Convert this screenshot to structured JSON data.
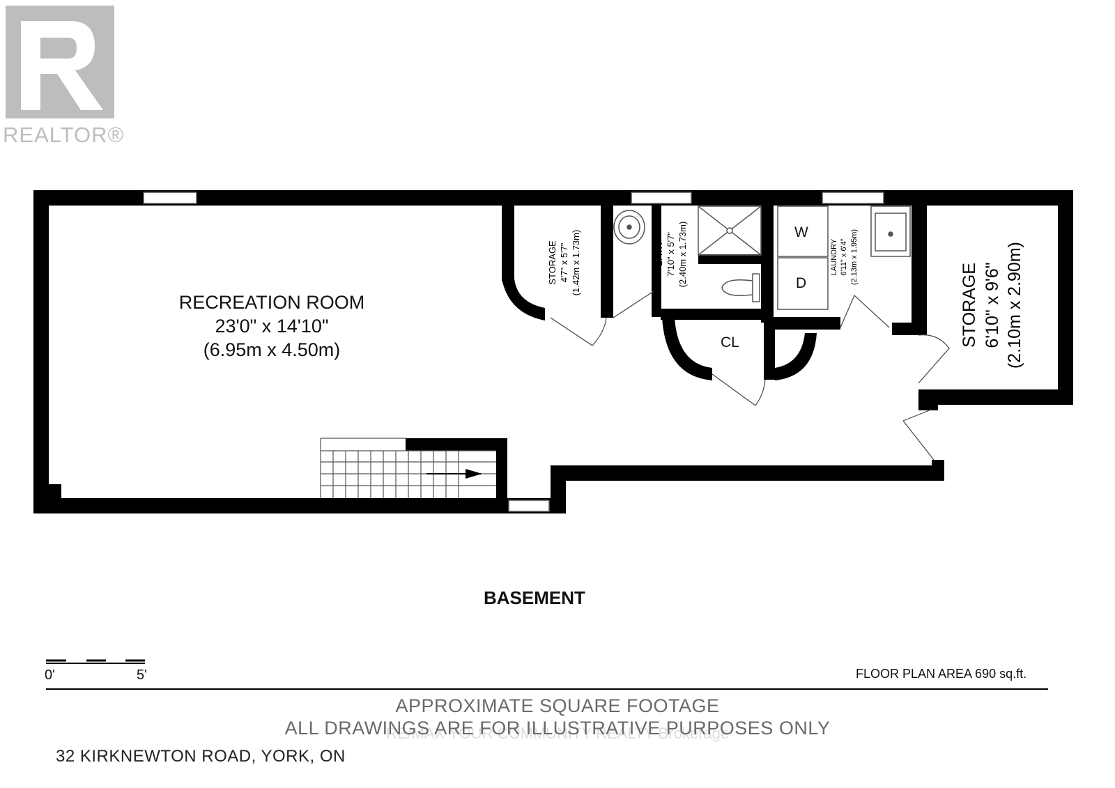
{
  "logo": {
    "name": "realtor-logo",
    "word": "REALTOR®",
    "color": "#bdbdbd"
  },
  "rooms": {
    "recreation": {
      "name": "RECREATION ROOM",
      "dim_imperial": "23'0\" x 14'10\"",
      "dim_metric": "(6.95m x 4.50m)"
    },
    "storage_small": {
      "name": "STORAGE",
      "dim_imperial": "4'7\" x 5'7\"",
      "dim_metric": "(1.42m x 1.73m)"
    },
    "bath": {
      "name": "BATH",
      "dim_imperial": "7'10\" x 5'7\"",
      "dim_metric": "(2.40m x 1.73m)"
    },
    "laundry": {
      "name": "LAUNDRY",
      "dim_imperial": "6'11\" x 6'4\"",
      "dim_metric": "(2.13m x 1.95m)"
    },
    "storage_large": {
      "name": "STORAGE",
      "dim_imperial": "6'10\" x 9'6\"",
      "dim_metric": "(2.10m x 2.90m)"
    },
    "closet": {
      "name": "CL"
    },
    "washer": {
      "name": "W"
    },
    "dryer": {
      "name": "D"
    }
  },
  "floor_name": "BASEMENT",
  "scale": {
    "start": "0'",
    "end": "5'"
  },
  "area": "FLOOR PLAN AREA 690 sq.ft.",
  "footer": {
    "line1": "APPROXIMATE SQUARE FOOTAGE",
    "line2": "ALL DRAWINGS ARE FOR ILLUSTRATIVE PURPOSES ONLY",
    "watermark": "RE/MAX YOUR COMMUNITY REALTY Brokerage",
    "address": "32 KIRKNEWTON ROAD, YORK, ON"
  },
  "colors": {
    "wall": "#000000",
    "text": "#111111",
    "footer_text": "#6a6a6a"
  }
}
